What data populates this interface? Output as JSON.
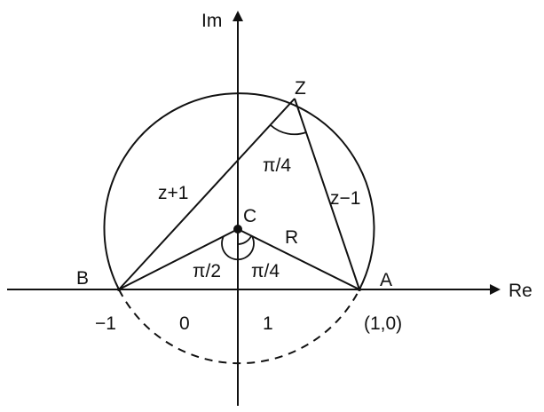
{
  "axes": {
    "x_label": "Re",
    "y_label": "Im"
  },
  "points": {
    "z": "Z",
    "c": "C",
    "b": "B",
    "a": "A"
  },
  "edges": {
    "z_plus_1": "z+1",
    "z_minus_1": "z−1",
    "radius": "R"
  },
  "angles": {
    "at_z": "π/4",
    "at_c_left": "π/2",
    "at_c_right": "π/4"
  },
  "ticks": {
    "minus_one": "−1",
    "zero": "0",
    "one": "1",
    "a_coord": "(1,0)"
  }
}
